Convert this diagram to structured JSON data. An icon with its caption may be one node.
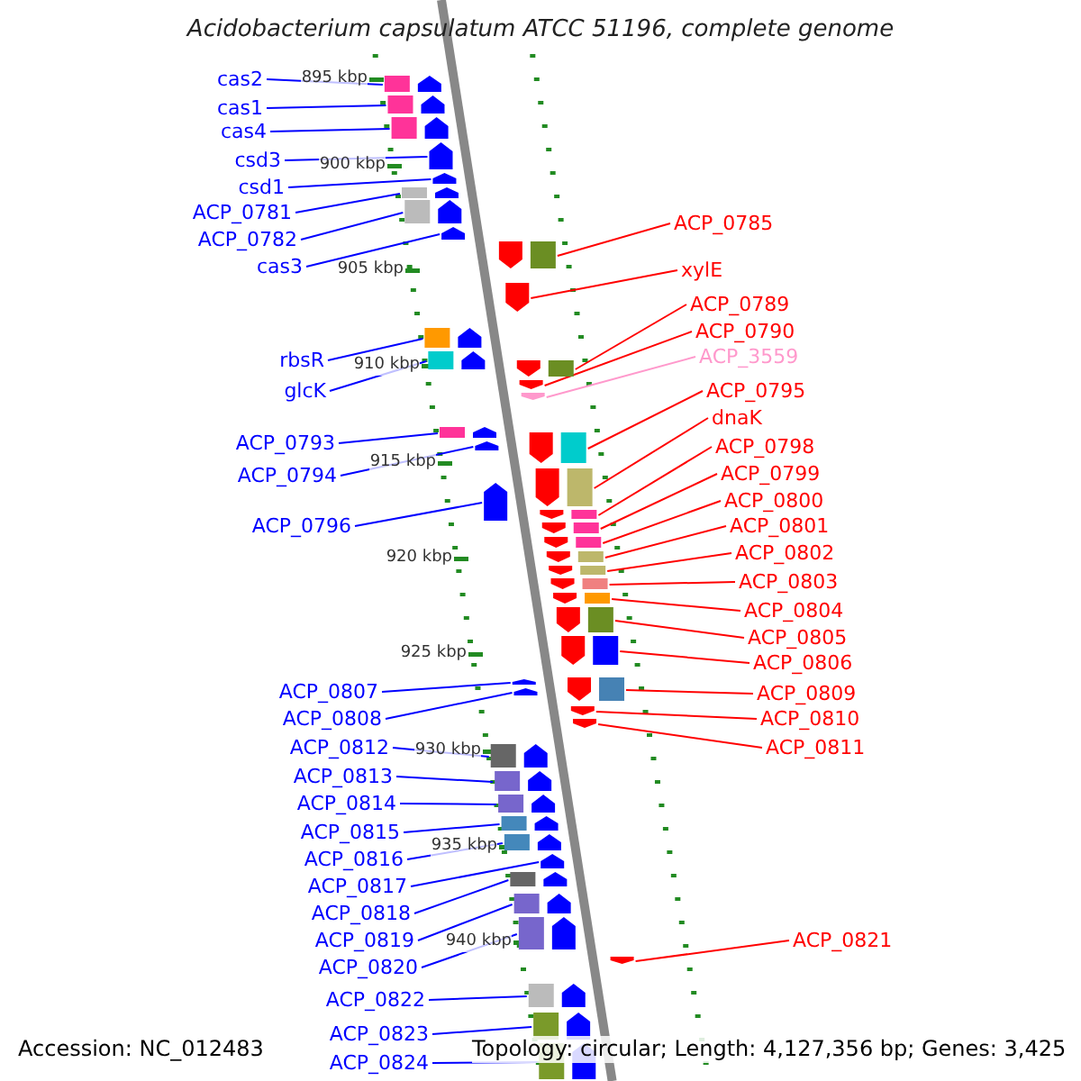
{
  "diagram": {
    "title": "Acidobacterium capsulatum ATCC 51196, complete genome",
    "nodes": [
      {
        "text": [
          "cas2"
        ]
      },
      {
        "text": [
          "cas1"
        ]
      },
      {
        "text": [
          "cas4"
        ]
      },
      {
        "text": [
          "csd3"
        ]
      },
      {
        "text": [
          "csd1"
        ]
      },
      {
        "text": [
          "ACP_0781"
        ]
      },
      {
        "text": [
          "ACP_0782"
        ]
      },
      {
        "text": [
          "cas3"
        ]
      },
      {
        "text": [
          "rbsR"
        ]
      },
      {
        "text": [
          "glcK"
        ]
      },
      {
        "text": [
          "ACP_0793"
        ]
      },
      {
        "text": [
          "ACP_0794"
        ]
      },
      {
        "text": [
          "ACP_0796"
        ]
      },
      {
        "text": [
          "ACP_0807"
        ]
      },
      {
        "text": [
          "ACP_0808"
        ]
      },
      {
        "text": [
          "ACP_0812"
        ]
      },
      {
        "text": [
          "ACP_0813"
        ]
      },
      {
        "text": [
          "ACP_0814"
        ]
      },
      {
        "text": [
          "ACP_0815"
        ]
      },
      {
        "text": [
          "ACP_0816"
        ]
      },
      {
        "text": [
          "ACP_0817"
        ]
      },
      {
        "text": [
          "ACP_0818"
        ]
      },
      {
        "text": [
          "ACP_0819"
        ]
      },
      {
        "text": [
          "ACP_0820"
        ]
      },
      {
        "text": [
          "ACP_0822"
        ]
      },
      {
        "text": [
          "ACP_0823"
        ]
      },
      {
        "text": [
          "ACP_0824"
        ]
      },
      {
        "text": [
          "ACP_0785"
        ]
      },
      {
        "text": [
          "xylE"
        ]
      },
      {
        "text": [
          "ACP_0789"
        ]
      },
      {
        "text": [
          "ACP_0790"
        ]
      },
      {
        "text": [
          "ACP_3559"
        ]
      },
      {
        "text": [
          "ACP_0795"
        ]
      },
      {
        "text": [
          "dnaK"
        ]
      },
      {
        "text": [
          "ACP_0798"
        ]
      },
      {
        "text": [
          "ACP_0799"
        ]
      },
      {
        "text": [
          "ACP_0800"
        ]
      },
      {
        "text": [
          "ACP_0801"
        ]
      },
      {
        "text": [
          "ACP_0802"
        ]
      },
      {
        "text": [
          "ACP_0803"
        ]
      },
      {
        "text": [
          "ACP_0804"
        ]
      },
      {
        "text": [
          "ACP_0805"
        ]
      },
      {
        "text": [
          "ACP_0806"
        ]
      },
      {
        "text": [
          "ACP_0809"
        ]
      },
      {
        "text": [
          "ACP_0810"
        ]
      },
      {
        "text": [
          "ACP_0811"
        ]
      },
      {
        "text": [
          "ACP_0821"
        ]
      },
      {
        "text": [],
        "shape": "arrow"
      },
      {
        "text": [],
        "shape": "arrow"
      },
      {
        "text": [],
        "shape": "arrow"
      },
      {
        "text": [],
        "shape": "arrow"
      },
      {
        "text": [],
        "shape": "arrow"
      },
      {
        "text": [],
        "shape": "arrow"
      },
      {
        "text": [],
        "shape": "arrow"
      },
      {
        "text": [],
        "shape": "arrow"
      },
      {
        "text": [],
        "shape": "arrow"
      },
      {
        "text": [],
        "shape": "arrow"
      },
      {
        "text": [],
        "shape": "arrow"
      },
      {
        "text": [],
        "shape": "arrow"
      },
      {
        "text": [],
        "shape": "arrow"
      },
      {
        "text": [],
        "shape": "arrow"
      },
      {
        "text": [],
        "shape": "arrow"
      },
      {
        "text": [],
        "shape": "arrow"
      },
      {
        "text": [],
        "shape": "arrow"
      },
      {
        "text": [],
        "shape": "arrow"
      },
      {
        "text": [],
        "shape": "arrow"
      },
      {
        "text": [],
        "shape": "arrow"
      },
      {
        "text": [],
        "shape": "arrow"
      },
      {
        "text": [],
        "shape": "arrow"
      },
      {
        "text": [],
        "shape": "arrow"
      },
      {
        "text": [],
        "shape": "arrow"
      },
      {
        "text": [],
        "shape": "arrow"
      },
      {
        "text": [],
        "shape": "arrow"
      },
      {
        "text": [],
        "shape": "arrow"
      },
      {
        "text": [],
        "shape": "arrow"
      },
      {
        "text": [],
        "shape": "arrow"
      },
      {
        "text": [],
        "shape": "arrow"
      },
      {
        "text": [],
        "shape": "arrow"
      },
      {
        "text": [],
        "shape": "arrow"
      },
      {
        "text": [],
        "shape": "arrow"
      },
      {
        "text": [],
        "shape": "arrow"
      },
      {
        "text": [],
        "shape": "arrow"
      },
      {
        "text": [],
        "shape": "arrow"
      },
      {
        "text": [],
        "shape": "arrow"
      },
      {
        "text": [],
        "shape": "arrow"
      },
      {
        "text": [],
        "shape": "arrow"
      },
      {
        "text": [],
        "shape": "arrow"
      },
      {
        "text": [],
        "shape": "arrow"
      },
      {
        "text": [],
        "shape": "arrow"
      },
      {
        "text": [],
        "shape": "arrow"
      },
      {
        "text": [],
        "shape": "arrow"
      },
      {
        "text": [],
        "shape": "arrow"
      },
      {
        "text": [],
        "shape": "arrow"
      },
      {
        "text": [],
        "shape": "arrow"
      }
    ],
    "edges": [
      {
        "from": 0,
        "to": 47,
        "arrow": "none"
      },
      {
        "from": 1,
        "to": 48,
        "arrow": "none"
      },
      {
        "from": 2,
        "to": 49,
        "arrow": "none"
      },
      {
        "from": 3,
        "to": 50,
        "arrow": "none"
      },
      {
        "from": 4,
        "to": 51,
        "arrow": "none"
      },
      {
        "from": 5,
        "to": 52,
        "arrow": "none"
      },
      {
        "from": 6,
        "to": 53,
        "arrow": "none"
      },
      {
        "from": 7,
        "to": 54,
        "arrow": "none"
      },
      {
        "from": 8,
        "to": 55,
        "arrow": "none"
      },
      {
        "from": 9,
        "to": 56,
        "arrow": "none"
      },
      {
        "from": 10,
        "to": 57,
        "arrow": "none"
      },
      {
        "from": 11,
        "to": 58,
        "arrow": "none"
      },
      {
        "from": 12,
        "to": 59,
        "arrow": "none"
      },
      {
        "from": 13,
        "to": 60,
        "arrow": "none"
      },
      {
        "from": 14,
        "to": 61,
        "arrow": "none"
      },
      {
        "from": 15,
        "to": 62,
        "arrow": "none"
      },
      {
        "from": 16,
        "to": 63,
        "arrow": "none"
      },
      {
        "from": 17,
        "to": 64,
        "arrow": "none"
      },
      {
        "from": 18,
        "to": 65,
        "arrow": "none"
      },
      {
        "from": 19,
        "to": 66,
        "arrow": "none"
      },
      {
        "from": 20,
        "to": 67,
        "arrow": "none"
      },
      {
        "from": 21,
        "to": 68,
        "arrow": "none"
      },
      {
        "from": 22,
        "to": 69,
        "arrow": "none"
      },
      {
        "from": 23,
        "to": 70,
        "arrow": "none"
      },
      {
        "from": 24,
        "to": 71,
        "arrow": "none"
      },
      {
        "from": 25,
        "to": 72,
        "arrow": "none"
      },
      {
        "from": 26,
        "to": 73,
        "arrow": "none"
      },
      {
        "from": 27,
        "to": 74,
        "arrow": "none",
        "color": "#ff0000"
      },
      {
        "from": 28,
        "to": 75,
        "arrow": "none",
        "color": "#ff0000"
      },
      {
        "from": 29,
        "to": 76,
        "arrow": "none",
        "color": "#ff0000"
      },
      {
        "from": 30,
        "to": 77,
        "arrow": "none",
        "color": "#ff0000"
      },
      {
        "from": 31,
        "to": 78,
        "arrow": "none",
        "color": "#ff99cc"
      },
      {
        "from": 32,
        "to": 79,
        "arrow": "none",
        "color": "#ff0000"
      },
      {
        "from": 33,
        "to": 80,
        "arrow": "none",
        "color": "#ff0000"
      },
      {
        "from": 34,
        "to": 81,
        "arrow": "none",
        "color": "#ff0000"
      },
      {
        "from": 35,
        "to": 82,
        "arrow": "none",
        "color": "#ff0000"
      },
      {
        "from": 36,
        "to": 83,
        "arrow": "none",
        "color": "#ff0000"
      },
      {
        "from": 37,
        "to": 84,
        "arrow": "none",
        "color": "#ff0000"
      },
      {
        "from": 38,
        "to": 85,
        "arrow": "none",
        "color": "#ff0000"
      },
      {
        "from": 39,
        "to": 86,
        "arrow": "none",
        "color": "#ff0000"
      },
      {
        "from": 40,
        "to": 87,
        "arrow": "none",
        "color": "#ff0000"
      },
      {
        "from": 41,
        "to": 88,
        "arrow": "none",
        "color": "#ff0000"
      },
      {
        "from": 42,
        "to": 89,
        "arrow": "none",
        "color": "#ff0000"
      },
      {
        "from": 43,
        "to": 90,
        "arrow": "none",
        "color": "#ff0000"
      },
      {
        "from": 44,
        "to": 91,
        "arrow": "none",
        "color": "#ff0000"
      },
      {
        "from": 45,
        "to": 92,
        "arrow": "none",
        "color": "#ff0000"
      },
      {
        "from": 46,
        "to": 93,
        "arrow": "none",
        "color": "#ff0000"
      }
    ],
    "labels": [
      "895 kbp",
      "900 kbp",
      "905 kbp",
      "910 kbp",
      "915 kbp",
      "920 kbp",
      "925 kbp",
      "930 kbp",
      "935 kbp",
      "940 kbp",
      "Accession: NC_012483",
      "Topology: circular; Length: 4,127,356 bp; Genes: 3,425"
    ]
  }
}
